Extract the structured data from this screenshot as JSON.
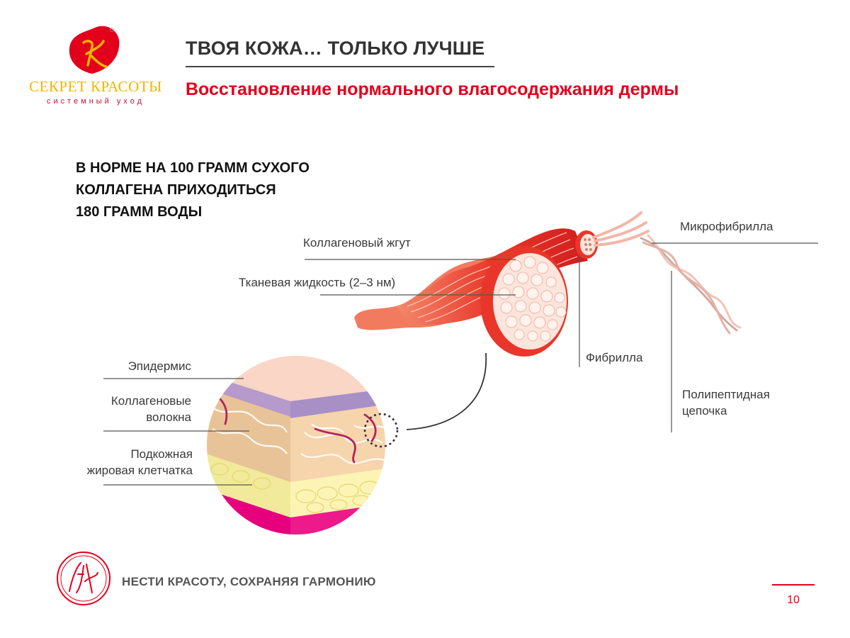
{
  "brand": {
    "name": "СЕКРЕТ КРАСОТЫ",
    "tagline": "системный уход",
    "colors": {
      "logo_red": "#e2001a",
      "logo_gold": "#f5b400"
    }
  },
  "header": {
    "title": "ТВОЯ КОЖА… ТОЛЬКО ЛУЧШЕ",
    "subtitle": "Восстановление нормального влагосодержания дермы"
  },
  "norm_note": {
    "lines": [
      "В НОРМЕ НА 100 ГРАММ СУХОГО",
      "КОЛЛАГЕНА ПРИХОДИТЬСЯ",
      "180 ГРАММ ВОДЫ"
    ]
  },
  "labels": {
    "collagen_bundle": "Коллагеновый жгут",
    "tissue_fluid": "Тканевая жидкость (2‒3 нм)",
    "microfibril": "Микрофибрилла",
    "fibril": "Фибрилла",
    "polypeptide": [
      "Полипептидная",
      "цепочка"
    ],
    "epidermis": "Эпидермис",
    "collagen_fibers": [
      "Коллагеновые",
      "волокна"
    ],
    "subcutaneous": [
      "Подкожная",
      "жировая клетчатка"
    ]
  },
  "footer": {
    "slogan": "НЕСТИ КРАСОТУ, СОХРАНЯЯ ГАРМОНИЮ",
    "page_number": "10"
  }
}
